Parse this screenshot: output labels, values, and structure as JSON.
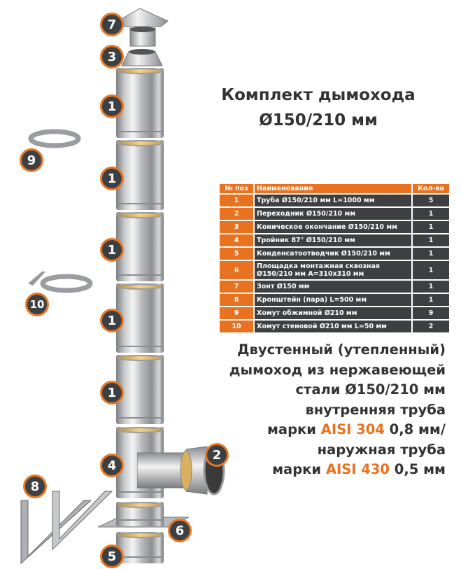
{
  "title": {
    "line1": "Комплект дымохода",
    "line2": "Ø150/210 мм"
  },
  "table": {
    "headers": [
      "№ поз",
      "Наименование",
      "Кол-во"
    ],
    "rows": [
      {
        "n": "1",
        "name": "Труба Ø150/210 мм L=1000 мм",
        "q": "5"
      },
      {
        "n": "2",
        "name": "Переходник Ø150/210 мм",
        "q": "1"
      },
      {
        "n": "3",
        "name": "Коническое окончание Ø150/210 мм",
        "q": "1"
      },
      {
        "n": "4",
        "name": "Тройник 87° Ø150/210 мм",
        "q": "1"
      },
      {
        "n": "5",
        "name": "Конденсатоотводчик Ø150/210 мм",
        "q": "1"
      },
      {
        "n": "6",
        "name": "Площадка монтажная сквозная Ø150/210 мм А=310х310 мм",
        "q": "1"
      },
      {
        "n": "7",
        "name": "Зонт Ø150 мм",
        "q": "1"
      },
      {
        "n": "8",
        "name": "Кронштейн (пара) L=500 мм",
        "q": "1"
      },
      {
        "n": "9",
        "name": "Хомут обжимной Ø210 мм",
        "q": "9"
      },
      {
        "n": "10",
        "name": "Хомут стеновой Ø210 мм L=50 мм",
        "q": "2"
      }
    ]
  },
  "description": {
    "l1": "Двустенный (утепленный)",
    "l2": "дымоход из нержавеющей",
    "l3": "стали Ø150/210 мм",
    "l4": "внутренняя труба",
    "l5a": "марки ",
    "l5b": "AISI 304",
    "l5c": " 0,8 мм/",
    "l6": "наружная труба",
    "l7a": "марки ",
    "l7b": "AISI 430",
    "l7c": " 0,5 мм"
  },
  "badges": {
    "b7": "7",
    "b3": "3",
    "b1": "1",
    "b9": "9",
    "b10": "10",
    "b4": "4",
    "b2": "2",
    "b8": "8",
    "b6": "6",
    "b5": "5"
  },
  "colors": {
    "accent": "#e8721f",
    "dark": "#3e3f41"
  }
}
